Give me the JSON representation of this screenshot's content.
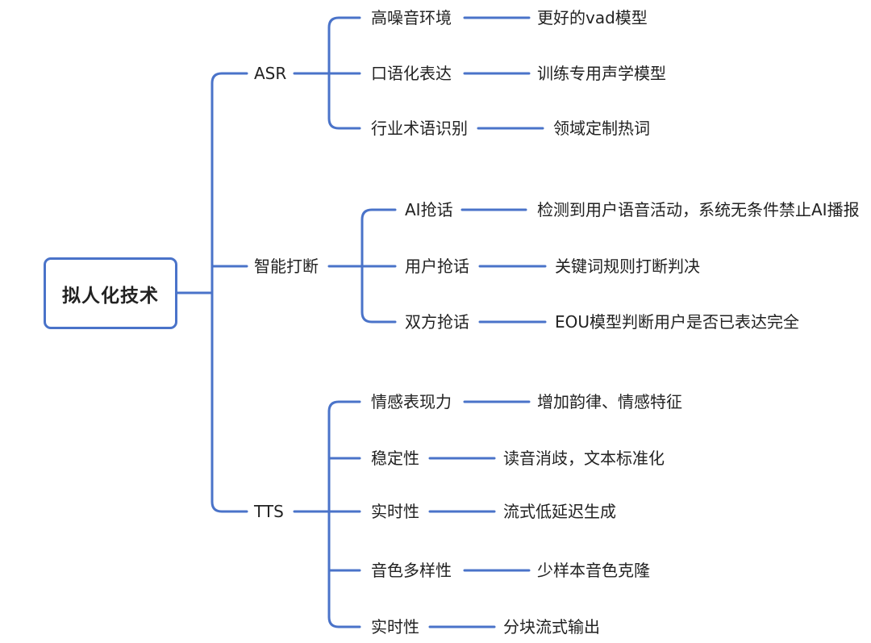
{
  "root": {
    "label": "拟人化技术"
  },
  "branches": [
    {
      "label": "ASR",
      "items": [
        {
          "label": "高噪音环境",
          "detail": "更好的vad模型"
        },
        {
          "label": "口语化表达",
          "detail": "训练专用声学模型"
        },
        {
          "label": "行业术语识别",
          "detail": "领域定制热词"
        }
      ]
    },
    {
      "label": "智能打断",
      "items": [
        {
          "label": "AI抢话",
          "detail": "检测到用户语音活动，系统无条件禁止AI播报"
        },
        {
          "label": "用户抢话",
          "detail": "关键词规则打断判决"
        },
        {
          "label": "双方抢话",
          "detail": "EOU模型判断用户是否已表达完全"
        }
      ]
    },
    {
      "label": "TTS",
      "items": [
        {
          "label": "情感表现力",
          "detail": "增加韵律、情感特征"
        },
        {
          "label": "稳定性",
          "detail": "读音消歧，文本标准化"
        },
        {
          "label": "实时性",
          "detail": "流式低延迟生成"
        },
        {
          "label": "音色多样性",
          "detail": "少样本音色克隆"
        },
        {
          "label": "实时性",
          "detail": "分块流式输出"
        }
      ]
    }
  ],
  "colors": {
    "connector": "#4a73c9",
    "text": "#222222"
  }
}
